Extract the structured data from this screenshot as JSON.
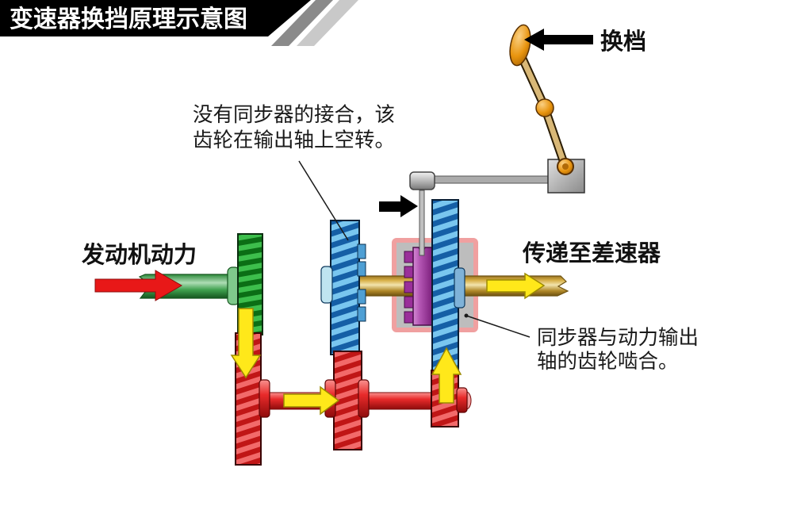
{
  "banner": {
    "title": "变速器换挡原理示意图",
    "bg": "#000000",
    "text_color": "#ffffff"
  },
  "labels": {
    "shift_lever": "换档",
    "engine_power": "发动机动力",
    "to_differential": "传递至差速器",
    "idler_note_line1": "没有同步器的接合，该",
    "idler_note_line2": "齿轮在输出轴上空转。",
    "sync_note_line1": "同步器与动力输出",
    "sync_note_line2": "轴的齿轮啮合。"
  },
  "colors": {
    "gear_green_light": "#3DBE4C",
    "gear_green_dark": "#0B6E15",
    "gear_blue_light": "#79C6EF",
    "gear_blue_dark": "#155FA6",
    "gear_red_light": "#F26A6A",
    "gear_red_dark": "#C01616",
    "synchronizer_purple": "#A846A8",
    "synchronizer_teeth": "#9A2F9A",
    "shaft_gold": "#C89B32",
    "shaft_green": "#45A853",
    "shaft_red": "#E82A2A",
    "arrow_yellow": "#FFE81A",
    "arrow_red": "#E81818",
    "arrow_black": "#000000",
    "highlight_box_fill": "#BDBDBD",
    "highlight_box_border": "#F0A0A0",
    "lever_orange": "#E8940E",
    "linkage_gray": "#B0B0B0",
    "annotation_text": "#1A1A1A"
  }
}
